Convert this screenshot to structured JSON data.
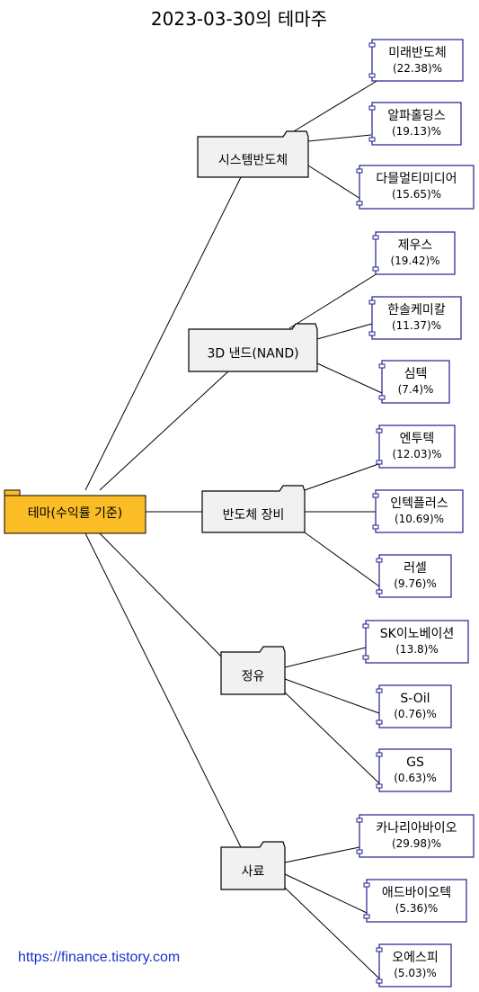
{
  "title": "2023-03-30의 테마주",
  "root": {
    "label": "테마(수익률 기준)",
    "color": "#fbbd26"
  },
  "footer": "https://finance.tistory.com",
  "themes": [
    {
      "name": "시스템반도체",
      "stocks": [
        {
          "name": "미래반도체",
          "pct": "(22.38)%"
        },
        {
          "name": "알파홀딩스",
          "pct": "(19.13)%"
        },
        {
          "name": "다믈멀티미디어",
          "pct": "(15.65)%"
        }
      ]
    },
    {
      "name": "3D 낸드(NAND)",
      "stocks": [
        {
          "name": "제우스",
          "pct": "(19.42)%"
        },
        {
          "name": "한솔케미칼",
          "pct": "(11.37)%"
        },
        {
          "name": "심텍",
          "pct": "(7.4)%"
        }
      ]
    },
    {
      "name": "반도체 장비",
      "stocks": [
        {
          "name": "엔투텍",
          "pct": "(12.03)%"
        },
        {
          "name": "인텍플러스",
          "pct": "(10.69)%"
        },
        {
          "name": "러셀",
          "pct": "(9.76)%"
        }
      ]
    },
    {
      "name": "정유",
      "stocks": [
        {
          "name": "SK이노베이션",
          "pct": "(13.8)%"
        },
        {
          "name": "S-Oil",
          "pct": "(0.76)%"
        },
        {
          "name": "GS",
          "pct": "(0.63)%"
        }
      ]
    },
    {
      "name": "사료",
      "stocks": [
        {
          "name": "카나리아바이오",
          "pct": "(29.98)%"
        },
        {
          "name": "애드바이오텍",
          "pct": "(5.36)%"
        },
        {
          "name": "오에스피",
          "pct": "(5.03)%"
        }
      ]
    }
  ]
}
